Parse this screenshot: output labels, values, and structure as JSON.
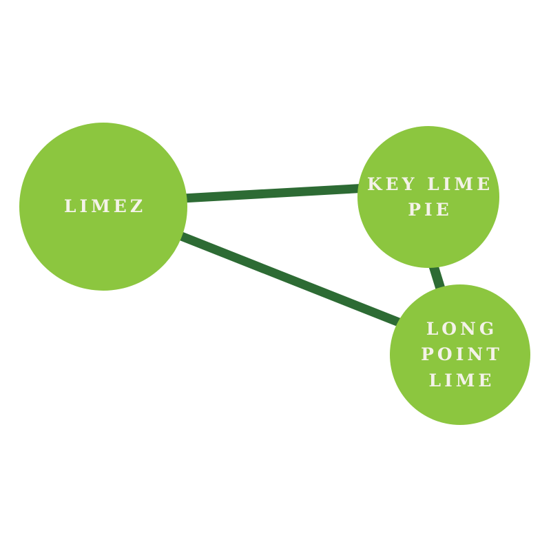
{
  "colors": {
    "node_fill": "#8CC63F",
    "edge_color": "#2D6B34",
    "label_color": "#F4F2E9",
    "background": "#FFFFFF"
  },
  "graph": {
    "type": "node-link-diagram",
    "nodes": [
      {
        "id": "limez",
        "label": "LIMEZ",
        "lines": [
          "LIMEZ"
        ]
      },
      {
        "id": "key-lime-pie",
        "label": "KEY LIME PIE",
        "lines": [
          "KEY LIME",
          "PIE"
        ]
      },
      {
        "id": "long-point-lime",
        "label": "LONG POINT LIME",
        "lines": [
          "LONG",
          "POINT",
          "LIME"
        ]
      }
    ],
    "edges": [
      {
        "source": "limez",
        "target": "key-lime-pie"
      },
      {
        "source": "limez",
        "target": "long-point-lime"
      },
      {
        "source": "key-lime-pie",
        "target": "long-point-lime"
      }
    ]
  }
}
